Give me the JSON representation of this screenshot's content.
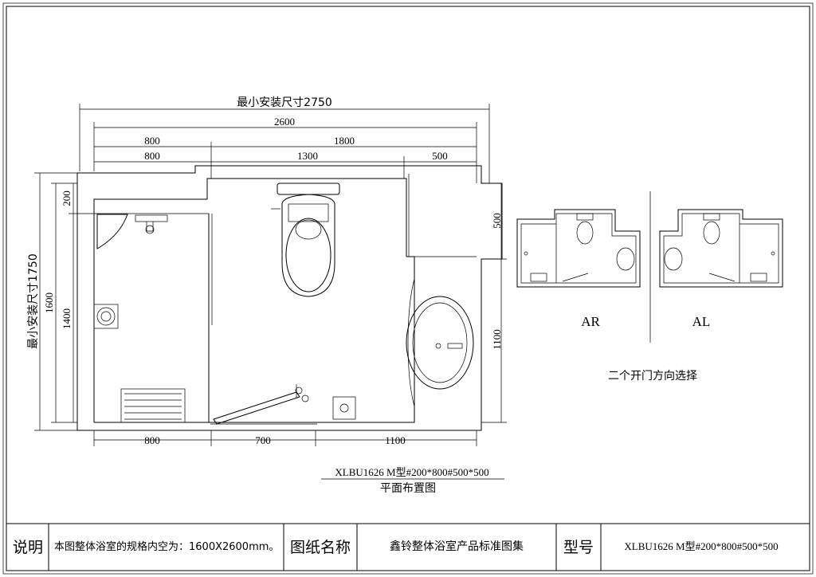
{
  "dimensions": {
    "min_install_width": "最小安装尺寸2750",
    "overall_width": "2600",
    "top_left_800": "800",
    "top_right_1800": "1800",
    "top2_left_800": "800",
    "top2_mid_1300": "1300",
    "top2_right_500": "500",
    "bottom_left_800": "800",
    "bottom_mid_700": "700",
    "bottom_right_1100": "1100",
    "left_min_install_depth": "最小安装尺寸1750",
    "left_1600": "1600",
    "left_1400": "1400",
    "left_200": "200",
    "right_500": "500",
    "right_1100": "1100"
  },
  "plan": {
    "model_label": "XLBU1626 M型#200*800#500*500",
    "plan_caption": "平面布置图"
  },
  "variants": {
    "ar_label": "AR",
    "al_label": "AL",
    "door_choice_note": "二个开门方向选择"
  },
  "title_block": {
    "notes_header": "说明",
    "notes_text": "本图整体浴室的规格内空为：1600X2600mm。",
    "drawing_name_header": "图纸名称",
    "drawing_name": "鑫铃整体浴室产品标准图集",
    "model_header": "型号",
    "model_value": "XLBU1626 M型#200*800#500*500"
  }
}
